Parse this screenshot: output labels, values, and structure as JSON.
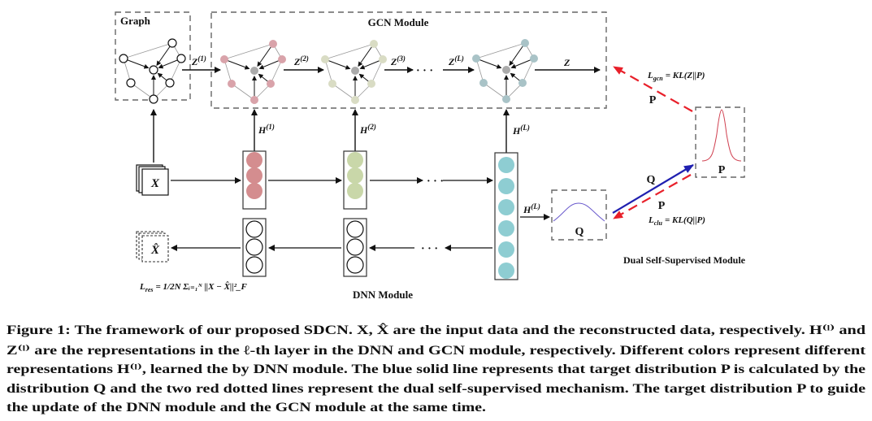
{
  "diagram": {
    "graph_label": "Graph",
    "gcn_label": "GCN Module",
    "dnn_label": "DNN Module",
    "dual_label": "Dual Self-Supervised Module",
    "ellipsis": "· · ·",
    "z_labels": [
      {
        "base": "Z",
        "sup": "(1)"
      },
      {
        "base": "Z",
        "sup": "(2)"
      },
      {
        "base": "Z",
        "sup": "(3)"
      },
      {
        "base": "Z",
        "sup": "(L)"
      }
    ],
    "z_final": "Z",
    "h_labels": [
      {
        "base": "H",
        "sup": "(1)"
      },
      {
        "base": "H",
        "sup": "(2)"
      },
      {
        "base": "H",
        "sup": "(L)"
      },
      {
        "base": "H",
        "sup": "(L)"
      }
    ],
    "x_label": "X",
    "xhat_label": "X̂",
    "q_label": "Q",
    "p_label": "P",
    "arrow_q": "Q",
    "arrow_p_lower": "P",
    "arrow_p_upper": "P",
    "l_res": {
      "lhs": "L",
      "sub": "res",
      "rhs": "= 1/2N Σᵢ₌₁ᴺ ||X − X̂||²_F"
    },
    "l_gcn": {
      "lhs": "L",
      "sub": "gcn",
      "rhs": "= KL(Z||P)"
    },
    "l_clu": {
      "lhs": "L",
      "sub": "clu",
      "rhs": "= KL(Q||P)"
    },
    "colors": {
      "layer1": "#d48d8f",
      "layer2": "#c9d7a9",
      "layerL": "#8ecdd2",
      "gcn1": "#d9a3aa",
      "gcn2": "#d9dcc4",
      "gcnL": "#a9c3c7",
      "blue_arrow": "#2020b0",
      "red_arrow": "#e8202a",
      "p_curve": "#d04050",
      "q_curve": "#6a5acd"
    }
  },
  "caption": {
    "lines": [
      "Figure 1: The framework of our proposed SDCN. X, X̂ are the input data and the reconstructed data, respectively. H⁽ˡ⁾ and",
      "Z⁽ˡ⁾ are the representations in the ℓ-th layer in the DNN and GCN module, respectively. Different colors represent different",
      "representations H⁽ˡ⁾, learned the by DNN module. The blue solid line represents that target distribution P is calculated by the",
      "distribution Q and the two red dotted lines represent the dual self-supervised mechanism. The target distribution P to guide",
      "the update of the DNN module and the GCN module at the same time."
    ]
  }
}
